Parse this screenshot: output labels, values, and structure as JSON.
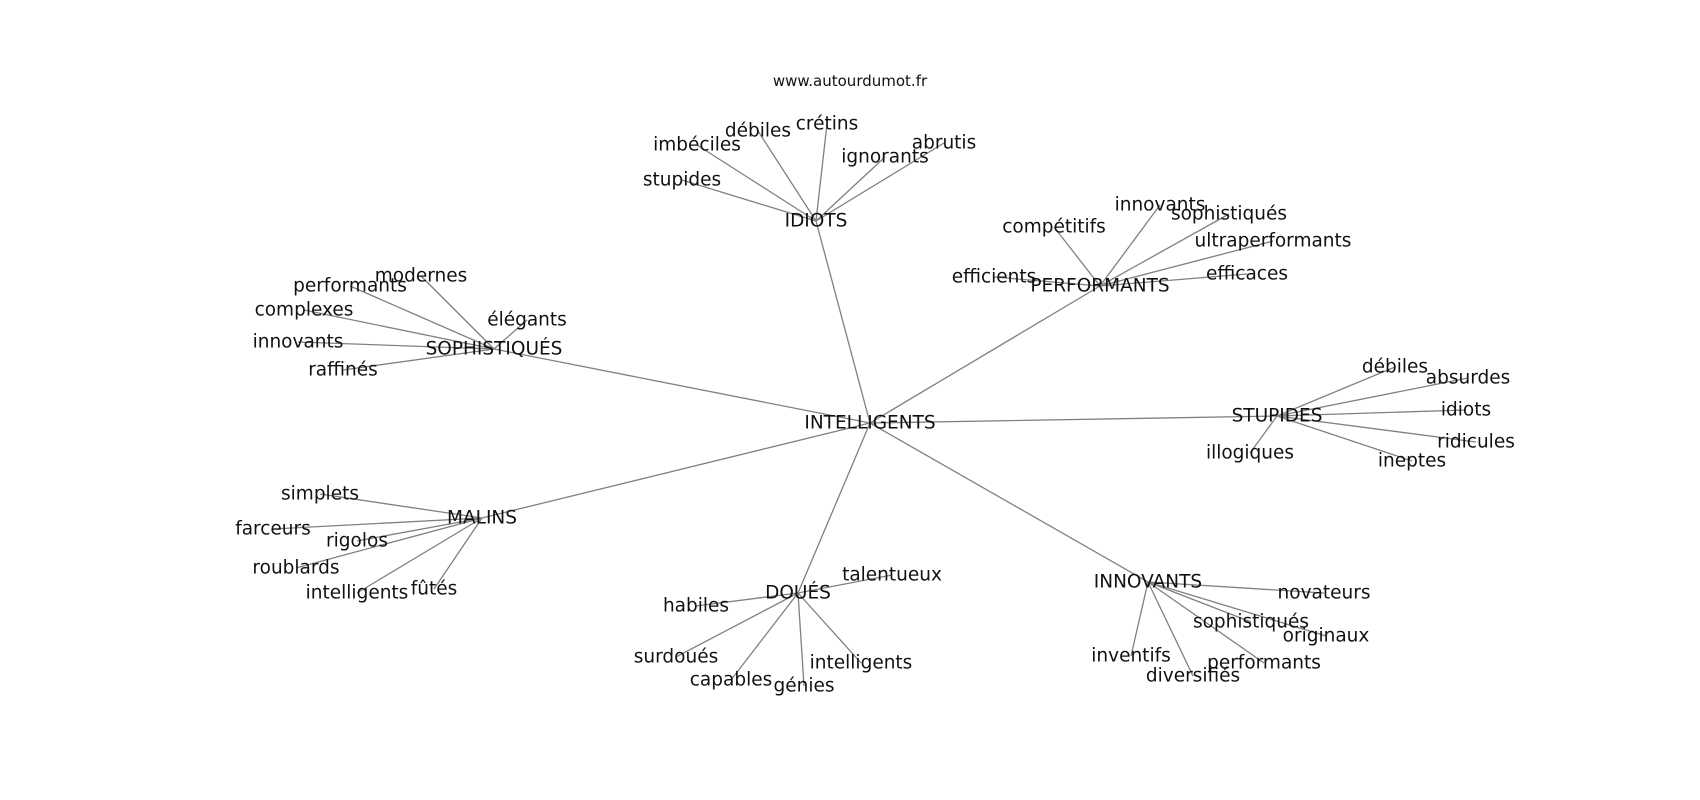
{
  "source_label": "www.autourdumot.fr",
  "graph": {
    "center": "INTELLIGENTS",
    "hubs": [
      {
        "label": "IDIOTS",
        "leaves": [
          "stupides",
          "imbéciles",
          "débiles",
          "crétins",
          "ignorants",
          "abrutis"
        ]
      },
      {
        "label": "PERFORMANTS",
        "leaves": [
          "efficients",
          "compétitifs",
          "innovants",
          "sophistiqués",
          "ultraperformants",
          "efficaces"
        ]
      },
      {
        "label": "SOPHISTIQUÉS",
        "leaves": [
          "modernes",
          "performants",
          "complexes",
          "innovants",
          "raffinés",
          "élégants"
        ]
      },
      {
        "label": "STUPIDES",
        "leaves": [
          "débiles",
          "absurdes",
          "idiots",
          "ridicules",
          "ineptes",
          "illogiques"
        ]
      },
      {
        "label": "MALINS",
        "leaves": [
          "simplets",
          "farceurs",
          "rigolos",
          "roublards",
          "intelligents",
          "fûtés"
        ]
      },
      {
        "label": "DOUÉS",
        "leaves": [
          "talentueux",
          "habiles",
          "surdoués",
          "capables",
          "génies",
          "intelligents"
        ]
      },
      {
        "label": "INNOVANTS",
        "leaves": [
          "novateurs",
          "sophistiqués",
          "originaux",
          "performants",
          "diversifiés",
          "inventifs"
        ]
      }
    ]
  }
}
